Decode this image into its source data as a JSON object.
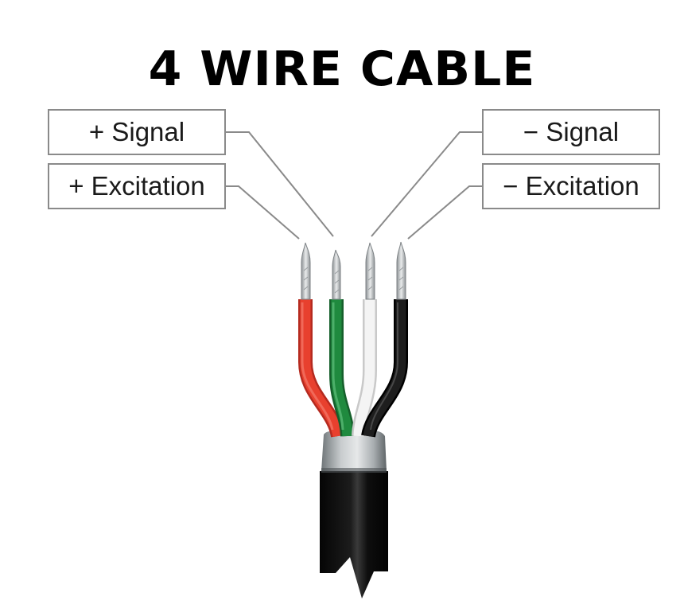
{
  "title": "4 WIRE CABLE",
  "labels": {
    "plus_signal": "+ Signal",
    "plus_excitation": "+ Excitation",
    "minus_signal": "− Signal",
    "minus_excitation": "− Excitation"
  },
  "wires": [
    {
      "name": "red-wire",
      "color": "#e8402e"
    },
    {
      "name": "green-wire",
      "color": "#1f8a3e"
    },
    {
      "name": "white-wire",
      "color": "#f2f2f2"
    },
    {
      "name": "black-wire",
      "color": "#141414"
    }
  ],
  "colors": {
    "leader_line": "#8a8a8a",
    "jacket": "#0a0a0a",
    "shield": "#b7bcbf",
    "conductor": "#c9ccce"
  }
}
